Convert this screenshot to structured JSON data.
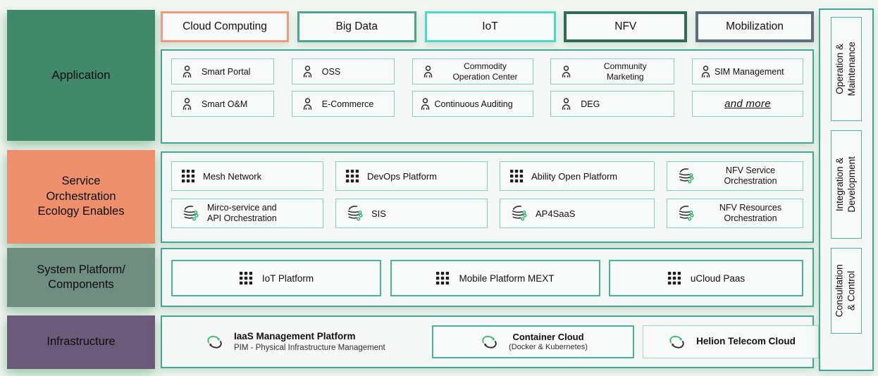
{
  "left_column": {
    "blocks": [
      {
        "label": "Application",
        "color": "#41896A"
      },
      {
        "label": "Service\nOrchestration\nEcology Enables",
        "color": "#EE906D"
      },
      {
        "label": "System Platform/\nComponents",
        "color": "#6F8D80"
      },
      {
        "label": "Infrastructure",
        "color": "#6B5A79"
      }
    ]
  },
  "tabs": [
    {
      "label": "Cloud Computing",
      "border_color": "#F09B7D"
    },
    {
      "label": "Big Data",
      "border_color": "#4AA48E"
    },
    {
      "label": "IoT",
      "border_color": "#4BD8C6"
    },
    {
      "label": "NFV",
      "border_color": "#2F6B55"
    },
    {
      "label": "Mobilization",
      "border_color": "#5E6D7C"
    }
  ],
  "application": {
    "items": [
      {
        "icon": "person-icon",
        "label": "Smart Portal"
      },
      {
        "icon": "person-icon",
        "label": "OSS"
      },
      {
        "icon": "person-icon",
        "label": "Commodity\nOperation Center"
      },
      {
        "icon": "person-icon",
        "label": "Community\nMarketing"
      },
      {
        "icon": "person-icon",
        "label": "SIM Management"
      },
      {
        "icon": "person-icon",
        "label": "Smart O&M"
      },
      {
        "icon": "person-icon",
        "label": "E-Commerce"
      },
      {
        "icon": "person-icon",
        "label": "Continuous Auditing"
      },
      {
        "icon": "person-icon",
        "label": "DEG"
      },
      {
        "icon": null,
        "label": "and more"
      }
    ]
  },
  "service": {
    "items": [
      {
        "icon": "grid-icon",
        "label": "Mesh Network"
      },
      {
        "icon": "grid-icon",
        "label": "DevOps Platform"
      },
      {
        "icon": "grid-icon",
        "label": "Ability Open Platform"
      },
      {
        "icon": "swirl-icon",
        "label": "NFV Service\nOrchestration"
      },
      {
        "icon": "swirl-icon",
        "label": "Mirco-service and\nAPI Orchestration"
      },
      {
        "icon": "swirl-icon",
        "label": "SIS"
      },
      {
        "icon": "swirl-icon",
        "label": "AP4SaaS"
      },
      {
        "icon": "swirl-icon",
        "label": "NFV Resources\nOrchestration"
      }
    ]
  },
  "system": {
    "items": [
      {
        "icon": "grid-icon",
        "label": "IoT Platform"
      },
      {
        "icon": "grid-icon",
        "label": "Mobile Platform MEXT"
      },
      {
        "icon": "grid-icon",
        "label": "uCloud Paas"
      }
    ]
  },
  "infrastructure": {
    "items": [
      {
        "icon": "recycle-cloud-icon",
        "title": "IaaS Management Platform",
        "subtitle": "PIM - Physical Infrastructure Management"
      },
      {
        "icon": "recycle-cloud-icon",
        "title": "Container Cloud",
        "subtitle": "(Docker & Kubernetes)"
      },
      {
        "icon": "recycle-cloud-icon",
        "title": "Helion Telecom Cloud",
        "subtitle": ""
      }
    ]
  },
  "right_column": {
    "items": [
      {
        "label": "Operation &\nMaintenance"
      },
      {
        "label": "Integration &\nDevelopment"
      },
      {
        "label": "Consultation & Control"
      }
    ]
  },
  "palette": {
    "container_border": "#3FA893",
    "item_border": "#85CFC0",
    "strong_item_border": "#49B29C",
    "icon_green": "#3CB878",
    "background": "#F3F6F3"
  }
}
